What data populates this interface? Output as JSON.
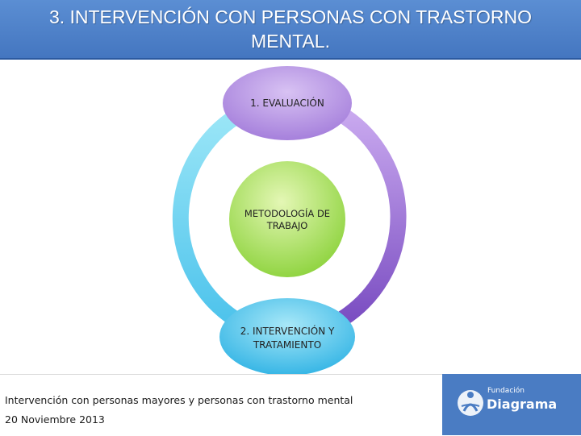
{
  "header": {
    "title": "3. INTERVENCIÓN CON PERSONAS CON TRASTORNO MENTAL."
  },
  "diagram": {
    "center": "METODOLOGÍA DE TRABAJO",
    "nodes": [
      {
        "label": "1. EVALUACIÓN"
      },
      {
        "label": "2. INTERVENCIÓN Y TRATAMIENTO"
      }
    ],
    "colors": {
      "header_bg": "#4a7cc3",
      "ring_left": "#6fd3f0",
      "ring_right": "#9a6ad3",
      "node_top": "#b98fe3",
      "node_bottom": "#3dbbe8",
      "center": "#9fdc4a"
    }
  },
  "footer": {
    "line1": "Intervención con personas mayores y personas con trastorno mental",
    "line2": "20 Noviembre 2013",
    "logo": {
      "icon": "diagrama-logo-icon",
      "word1": "Fundación",
      "word2": "Diagrama"
    }
  }
}
